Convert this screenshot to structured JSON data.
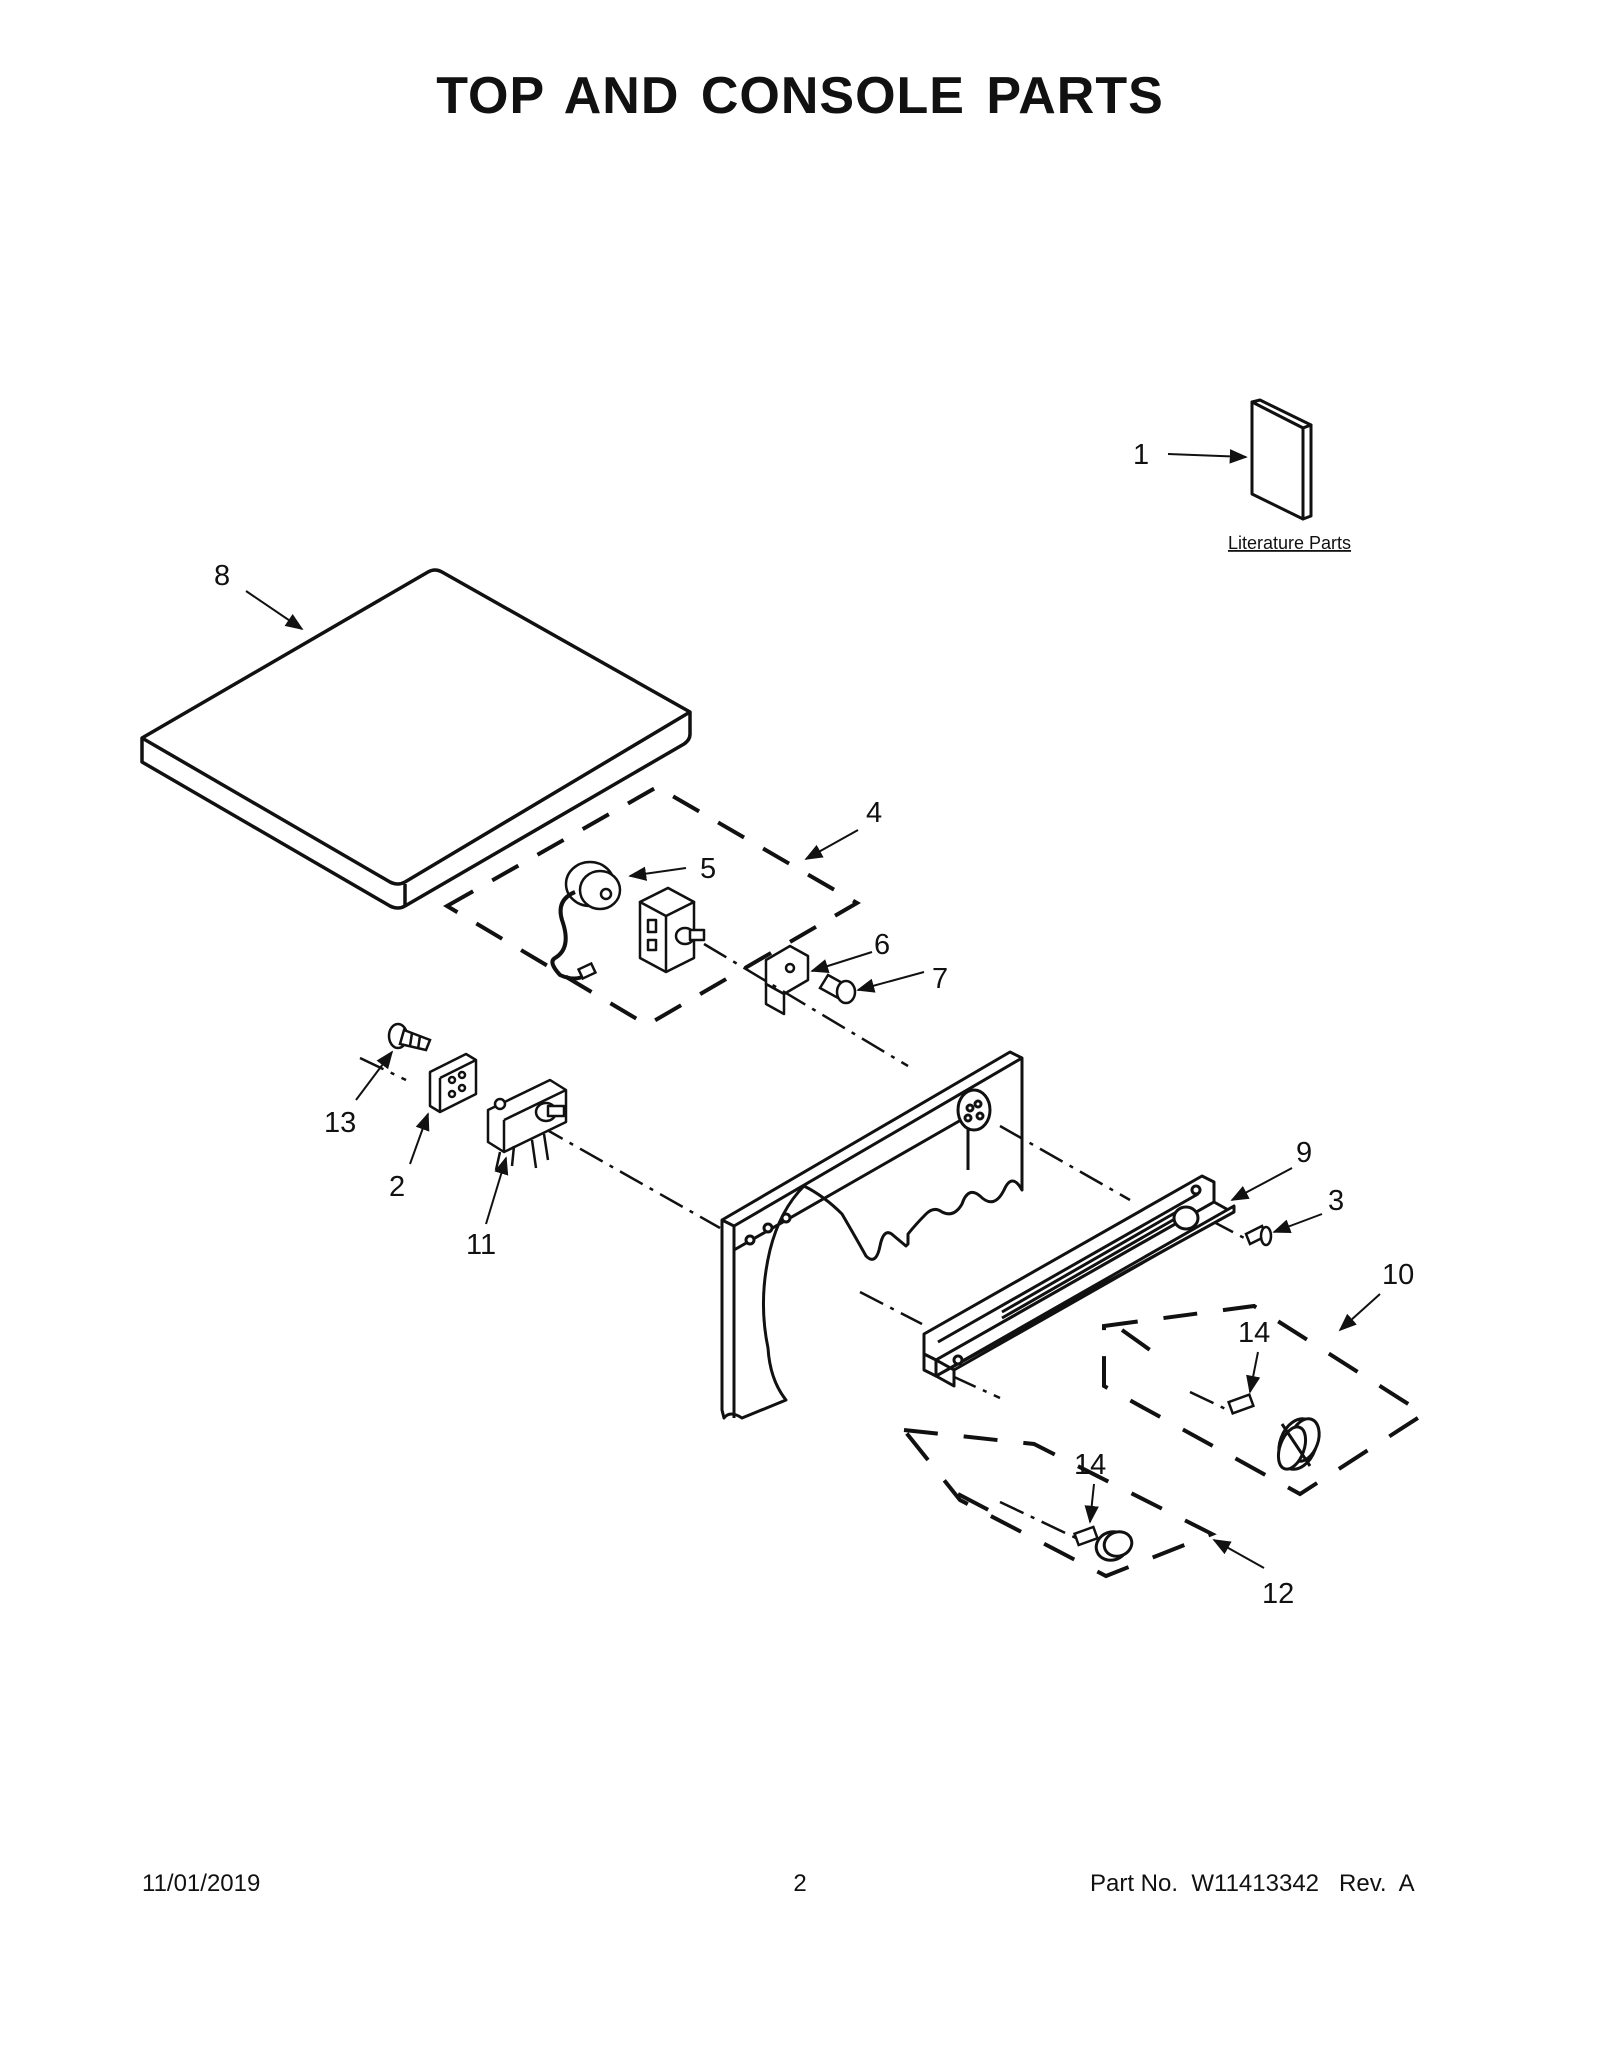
{
  "title": "TOP AND CONSOLE PARTS",
  "literature_label": "Literature Parts",
  "callouts": {
    "c1": "1",
    "c2": "2",
    "c3": "3",
    "c4": "4",
    "c5": "5",
    "c6": "6",
    "c7": "7",
    "c8": "8",
    "c9": "9",
    "c10": "10",
    "c11": "11",
    "c12": "12",
    "c13": "13",
    "c14a": "14",
    "c14b": "14"
  },
  "footer": {
    "date": "11/01/2019",
    "page": "2",
    "part_no": "Part No.  W11413342   Rev.  A"
  },
  "colors": {
    "ink": "#111111",
    "paper": "#ffffff"
  }
}
